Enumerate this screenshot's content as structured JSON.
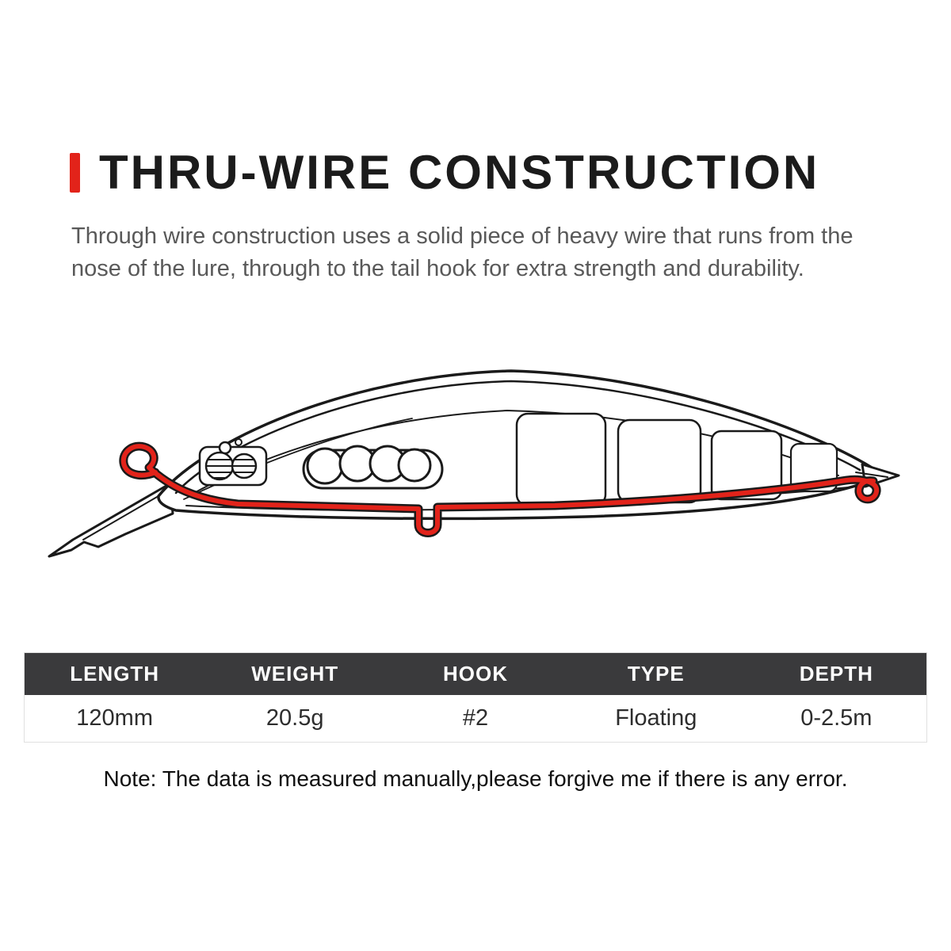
{
  "accent_color": "#e2231a",
  "outline_color": "#1a1a1a",
  "header": {
    "title": "THRU-WIRE CONSTRUCTION",
    "description": "Through wire construction uses a solid piece of heavy wire that runs from the nose of the lure, through to the tail hook for extra strength and durability."
  },
  "diagram": {
    "subject": "fishing lure cutaway showing internal thru-wire, rattle balls and weight chambers"
  },
  "spec_table": {
    "headers": [
      "LENGTH",
      "WEIGHT",
      "HOOK",
      "TYPE",
      "DEPTH"
    ],
    "values": [
      "120mm",
      "20.5g",
      "#2",
      "Floating",
      "0-2.5m"
    ]
  },
  "note": "Note: The data is measured manually,please forgive me if there is any error."
}
